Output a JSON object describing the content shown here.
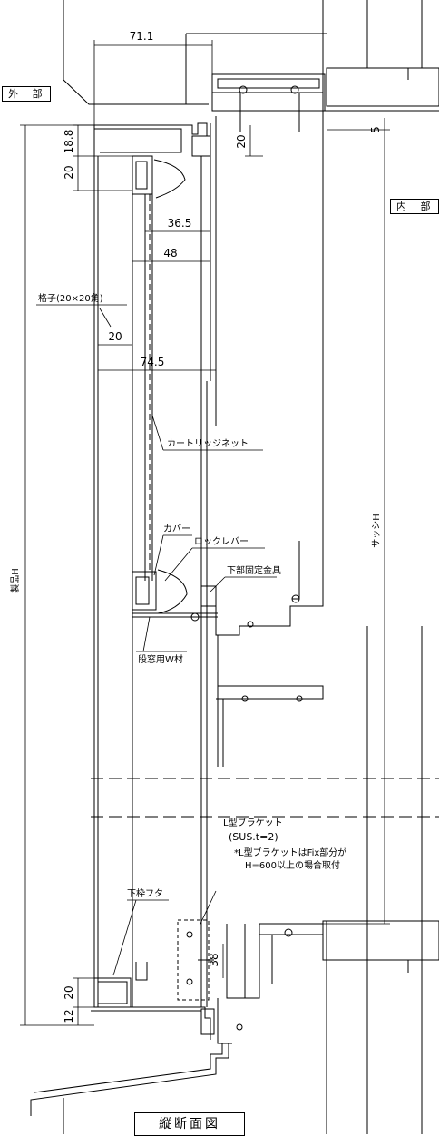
{
  "title": "縦断面図",
  "labels": {
    "exterior": "外 部",
    "interior": "内 部",
    "lattice": "格子(20×20角)",
    "cartridge_net": "カートリッジネット",
    "cover": "カバー",
    "lock_lever": "ロックレバー",
    "lower_fixing": "下部固定金具",
    "step_window": "段窓用W材",
    "bottom_lid": "下枠フタ",
    "l_bracket": "L型ブラケット",
    "l_bracket_spec": "(SUS.t=2)",
    "note_line1": "*L型ブラケットはFix部分が",
    "note_line2": "H=600以上の場合取付",
    "product_h": "製品H",
    "sash_h": "サッシH"
  },
  "dimensions": {
    "d71_1": "71.1",
    "d18_8": "18.8",
    "d20_top_left": "20",
    "d20_top_right": "20",
    "d5": "5",
    "d36_5": "36.5",
    "d48": "48",
    "d20_lattice": "20",
    "d74_5": "74.5",
    "d38": "38",
    "d20_bottom": "20",
    "d12": "12"
  }
}
